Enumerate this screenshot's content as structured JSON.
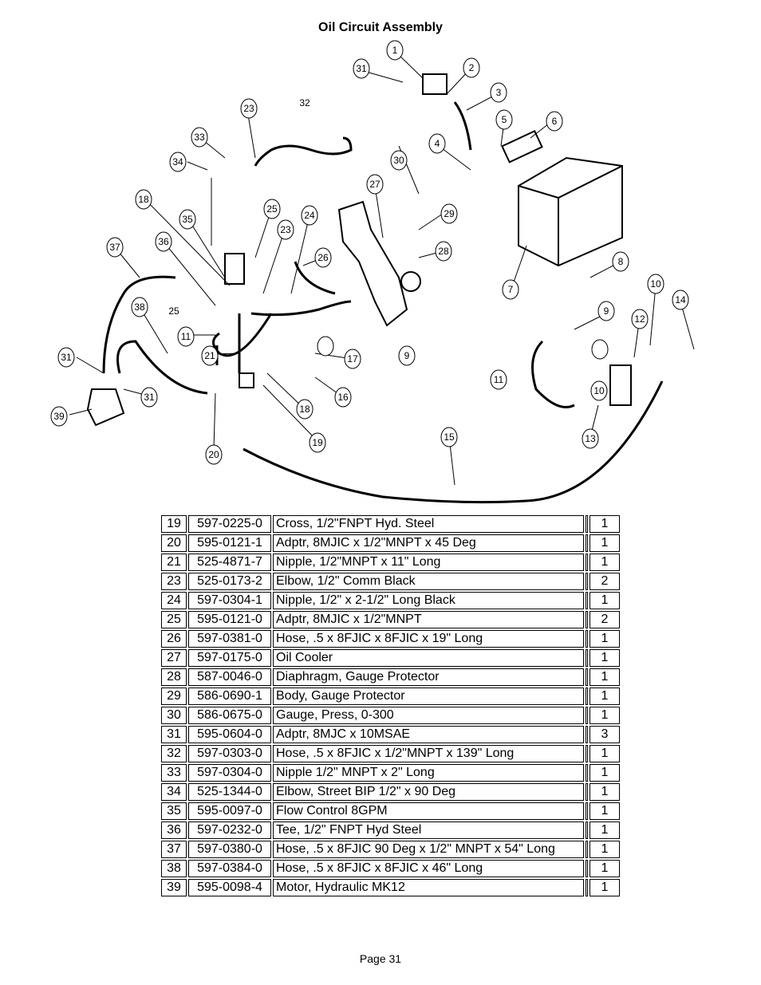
{
  "title": "Oil Circuit Assembly",
  "diagram": {
    "callouts": [
      "1",
      "2",
      "3",
      "4",
      "5",
      "6",
      "7",
      "8",
      "9",
      "9",
      "10",
      "10",
      "11",
      "11",
      "12",
      "13",
      "14",
      "15",
      "16",
      "17",
      "18",
      "18",
      "19",
      "20",
      "21",
      "23",
      "23",
      "24",
      "25",
      "25",
      "26",
      "27",
      "28",
      "29",
      "30",
      "31",
      "31",
      "31",
      "32",
      "33",
      "34",
      "35",
      "36",
      "37",
      "38",
      "39"
    ]
  },
  "parts": [
    {
      "no": "19",
      "part": "597-0225-0",
      "desc": "Cross, 1/2\"FNPT Hyd. Steel",
      "qty": "1"
    },
    {
      "no": "20",
      "part": "595-0121-1",
      "desc": "Adptr, 8MJIC x 1/2\"MNPT x 45 Deg",
      "qty": "1"
    },
    {
      "no": "21",
      "part": "525-4871-7",
      "desc": "Nipple, 1/2\"MNPT x 11\" Long",
      "qty": "1"
    },
    {
      "no": "23",
      "part": "525-0173-2",
      "desc": "Elbow, 1/2\" Comm Black",
      "qty": "2"
    },
    {
      "no": "24",
      "part": "597-0304-1",
      "desc": "Nipple, 1/2\" x 2-1/2\" Long Black",
      "qty": "1"
    },
    {
      "no": "25",
      "part": "595-0121-0",
      "desc": "Adptr, 8MJIC x 1/2\"MNPT",
      "qty": "2"
    },
    {
      "no": "26",
      "part": "597-0381-0",
      "desc": "Hose, .5 x 8FJIC x 8FJIC x 19\" Long",
      "qty": "1"
    },
    {
      "no": "27",
      "part": "597-0175-0",
      "desc": "Oil Cooler",
      "qty": "1"
    },
    {
      "no": "28",
      "part": "587-0046-0",
      "desc": "Diaphragm, Gauge Protector",
      "qty": "1"
    },
    {
      "no": "29",
      "part": "586-0690-1",
      "desc": "Body, Gauge Protector",
      "qty": "1"
    },
    {
      "no": "30",
      "part": "586-0675-0",
      "desc": "Gauge, Press, 0-300",
      "qty": "1"
    },
    {
      "no": "31",
      "part": "595-0604-0",
      "desc": "Adptr, 8MJC x 10MSAE",
      "qty": "3"
    },
    {
      "no": "32",
      "part": "597-0303-0",
      "desc": "Hose, .5 x 8FJIC x 1/2\"MNPT x 139\" Long",
      "qty": "1"
    },
    {
      "no": "33",
      "part": "597-0304-0",
      "desc": "Nipple 1/2\" MNPT x 2\" Long",
      "qty": "1"
    },
    {
      "no": "34",
      "part": "525-1344-0",
      "desc": "Elbow, Street BIP 1/2\" x 90 Deg",
      "qty": "1"
    },
    {
      "no": "35",
      "part": "595-0097-0",
      "desc": "Flow Control 8GPM",
      "qty": "1"
    },
    {
      "no": "36",
      "part": "597-0232-0",
      "desc": "Tee, 1/2\" FNPT Hyd Steel",
      "qty": "1"
    },
    {
      "no": "37",
      "part": "597-0380-0",
      "desc": "Hose, .5 x 8FJIC 90 Deg x 1/2\" MNPT x 54\" Long",
      "qty": "1"
    },
    {
      "no": "38",
      "part": "597-0384-0",
      "desc": "Hose, .5 x 8FJIC x 8FJIC x 46\" Long",
      "qty": "1"
    },
    {
      "no": "39",
      "part": "595-0098-4",
      "desc": "Motor, Hydraulic MK12",
      "qty": "1"
    }
  ],
  "footer": {
    "page": "Page 31"
  }
}
